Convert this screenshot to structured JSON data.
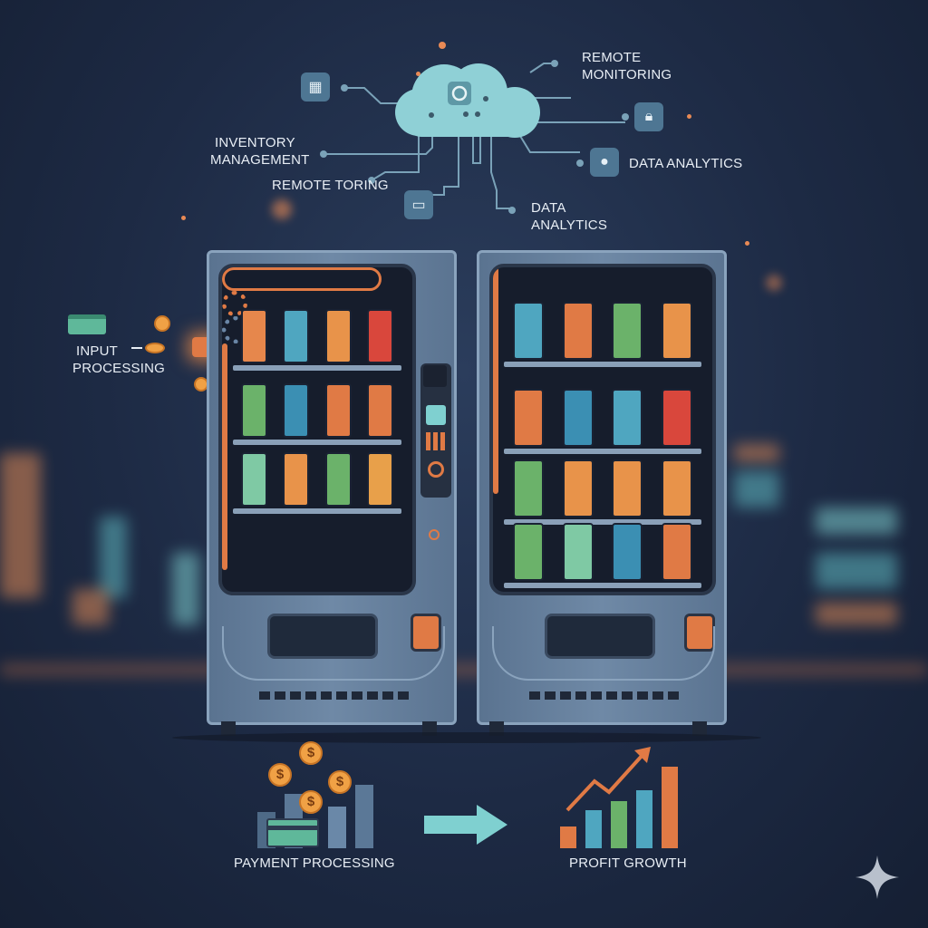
{
  "cloud_labels": {
    "remote_monitoring": [
      "REMOTE",
      "MONITORING"
    ],
    "inventory_management": [
      "INVENTORY",
      "MANAGEMENT"
    ],
    "remote_toring": "REMOTE TORING",
    "data_analytics_right": "DATA ANALYTICS",
    "data_analytics_bottom": [
      "DATA",
      "ANALYTICS"
    ]
  },
  "input_processing": [
    "INPUT",
    "PROCESSING"
  ],
  "bottom": {
    "payment_processing": "PAYMENT PROCESSING",
    "profit_growth": "PROFIT GROWTH",
    "coin_symbol": "$"
  },
  "icons": [
    "keypad-screen-icon",
    "link-icon",
    "lock-icon",
    "user-icon",
    "monitor-icon",
    "credit-card-icon",
    "gear-icon",
    "sparkle-icon"
  ],
  "colors": {
    "background": "#1b2740",
    "cloud": "#8fd0d6",
    "accent_orange": "#e07a45",
    "accent_teal": "#7fd0d0",
    "machine_body": "#6a84a0"
  },
  "left_shelves": [
    [
      "#e6874c",
      "#4fa6c0",
      "#e8934a",
      "#d9473c"
    ],
    [
      "#6bb26a",
      "#3b8fb3",
      "#e07a45",
      "#e07a45"
    ],
    [
      "#7fc9a4",
      "#e8934a",
      "#6bb26a",
      "#e8a04a"
    ]
  ],
  "right_shelves": [
    [
      "#4fa6c0",
      "#e07a45",
      "#6bb26a",
      "#e8934a"
    ],
    [
      "#e07a45",
      "#3b8fb3",
      "#4fa6c0",
      "#d9473c"
    ],
    [
      "#6bb26a",
      "#e8934a",
      "#e8934a",
      "#e8934a"
    ],
    [
      "#6bb26a",
      "#7fc9a4",
      "#3b8fb3",
      "#e07a45"
    ]
  ],
  "payment_bars": [
    "#4e6a87",
    "#5b7897",
    "#6a88a8",
    "#5b7897"
  ],
  "profit_bars": [
    "#e07a45",
    "#4fa6c0",
    "#6bb26a",
    "#4fa6c0",
    "#e07a45"
  ]
}
